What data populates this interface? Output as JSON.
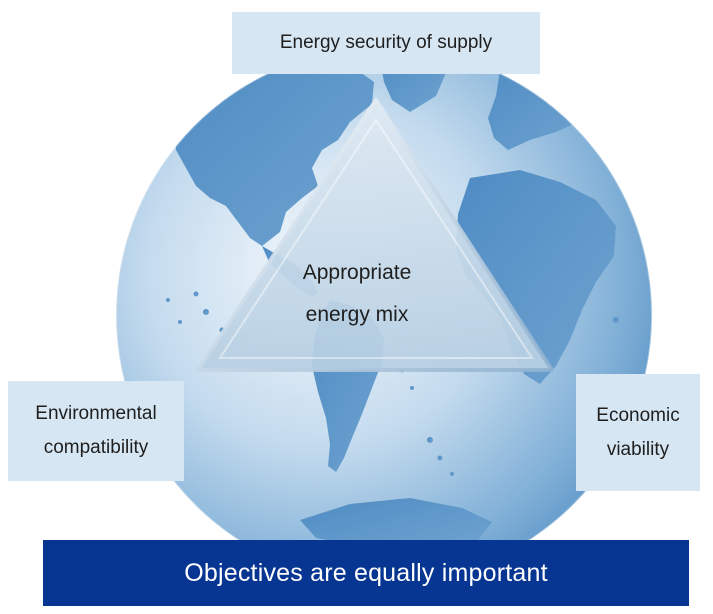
{
  "diagram": {
    "top_box": {
      "label": "Energy security of supply"
    },
    "left_box": {
      "lines": [
        "Environmental",
        "compatibility"
      ]
    },
    "right_box": {
      "lines": [
        "Economic",
        "viability"
      ]
    },
    "center": {
      "lines": [
        "Appropriate",
        "energy mix"
      ]
    },
    "banner": {
      "text": "Objectives are equally important"
    },
    "colors": {
      "box_fill": "#d6e6f2",
      "globe_light": "#e9f2fa",
      "globe_mid": "#8fb8da",
      "globe_dark": "#3f7fb6",
      "land": "#5e97c8",
      "triangle_fill": "#c9dbe9",
      "banner_fill": "#073692",
      "banner_text": "#ffffff"
    }
  }
}
